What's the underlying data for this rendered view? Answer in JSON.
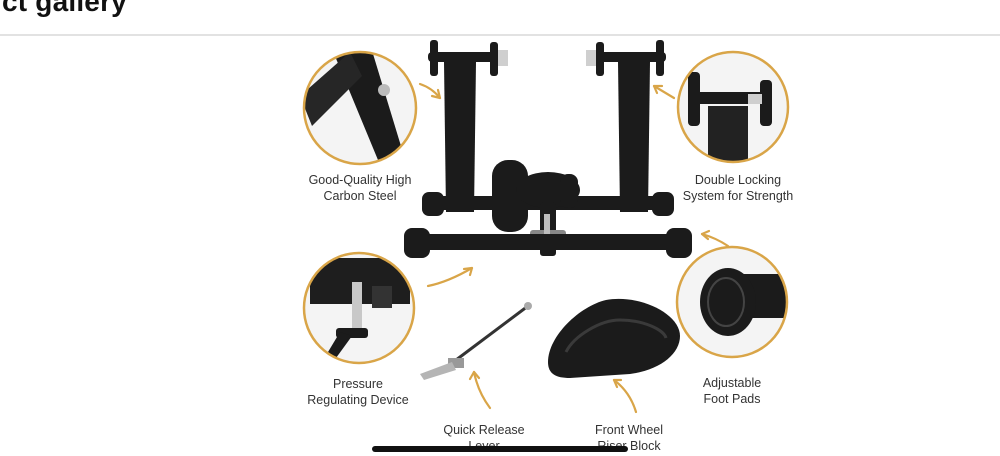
{
  "page": {
    "heading": "ct gallery"
  },
  "gallery": {
    "accent_color": "#d9a548",
    "product_color": "#1b1b1b",
    "features": [
      {
        "lines": [
          "Good-Quality High",
          "Carbon Steel"
        ]
      },
      {
        "lines": [
          "Double Locking",
          "System for Strength"
        ]
      },
      {
        "lines": [
          "Pressure",
          "Regulating Device"
        ]
      },
      {
        "lines": [
          "Adjustable",
          "Foot Pads"
        ]
      },
      {
        "lines": [
          "Quick Release",
          "Lever"
        ]
      },
      {
        "lines": [
          "Front Wheel",
          "Riser Block"
        ]
      }
    ]
  }
}
